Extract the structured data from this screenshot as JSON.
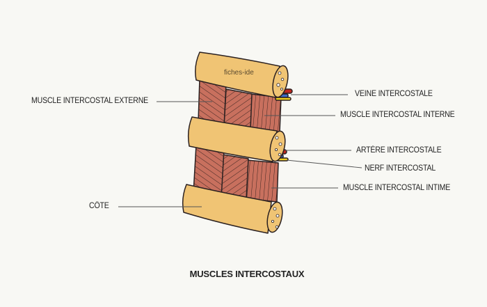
{
  "title": "MUSCLES INTERCOSTAUX",
  "watermark": "fiches-ide",
  "labels": {
    "muscle_externe": "MUSCLE INTERCOSTAL EXTERNE",
    "cote": "CÔTE",
    "veine": "VEINE INTERCOSTALE",
    "muscle_interne": "MUSCLE INTERCOSTAL INTERNE",
    "artere": "ARTÈRE INTERCOSTALE",
    "nerf": "NERF INTERCOSTAL",
    "muscle_intime": "MUSCLE INTERCOSTAL INTIME"
  },
  "colors": {
    "bone": "#f0c474",
    "muscle": "#c8705e",
    "vein": "#c0281e",
    "artery": "#3a6cc8",
    "nerve": "#f0d020",
    "background": "#f8f8f4"
  }
}
